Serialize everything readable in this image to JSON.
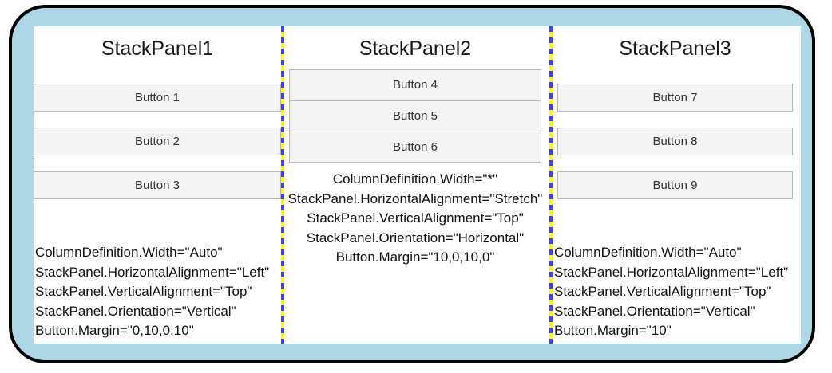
{
  "frame": {
    "border_color": "#000000",
    "fill_color": "#aed8e6",
    "content_bg": "#ffffff",
    "divider_colors": {
      "base": "#ffff00",
      "dash": "#4040ff"
    }
  },
  "columns": [
    {
      "title": "StackPanel1",
      "buttons": [
        "Button 1",
        "Button 2",
        "Button 3"
      ],
      "annotations": [
        "ColumnDefinition.Width=\"Auto\"",
        "StackPanel.HorizontalAlignment=\"Left\"",
        "StackPanel.VerticalAlignment=\"Top\"",
        "StackPanel.Orientation=\"Vertical\"",
        "Button.Margin=\"0,10,0,10\""
      ]
    },
    {
      "title": "StackPanel2",
      "buttons": [
        "Button 4",
        "Button 5",
        "Button 6"
      ],
      "annotations": [
        "ColumnDefinition.Width=\"*\"",
        "StackPanel.HorizontalAlignment=\"Stretch\"",
        "StackPanel.VerticalAlignment=\"Top\"",
        "StackPanel.Orientation=\"Horizontal\"",
        "Button.Margin=\"10,0,10,0\""
      ]
    },
    {
      "title": "StackPanel3",
      "buttons": [
        "Button 7",
        "Button 8",
        "Button 9"
      ],
      "annotations": [
        "ColumnDefinition.Width=\"Auto\"",
        "StackPanel.HorizontalAlignment=\"Left\"",
        "StackPanel.VerticalAlignment=\"Top\"",
        "StackPanel.Orientation=\"Vertical\"",
        "Button.Margin=\"10\""
      ]
    }
  ]
}
